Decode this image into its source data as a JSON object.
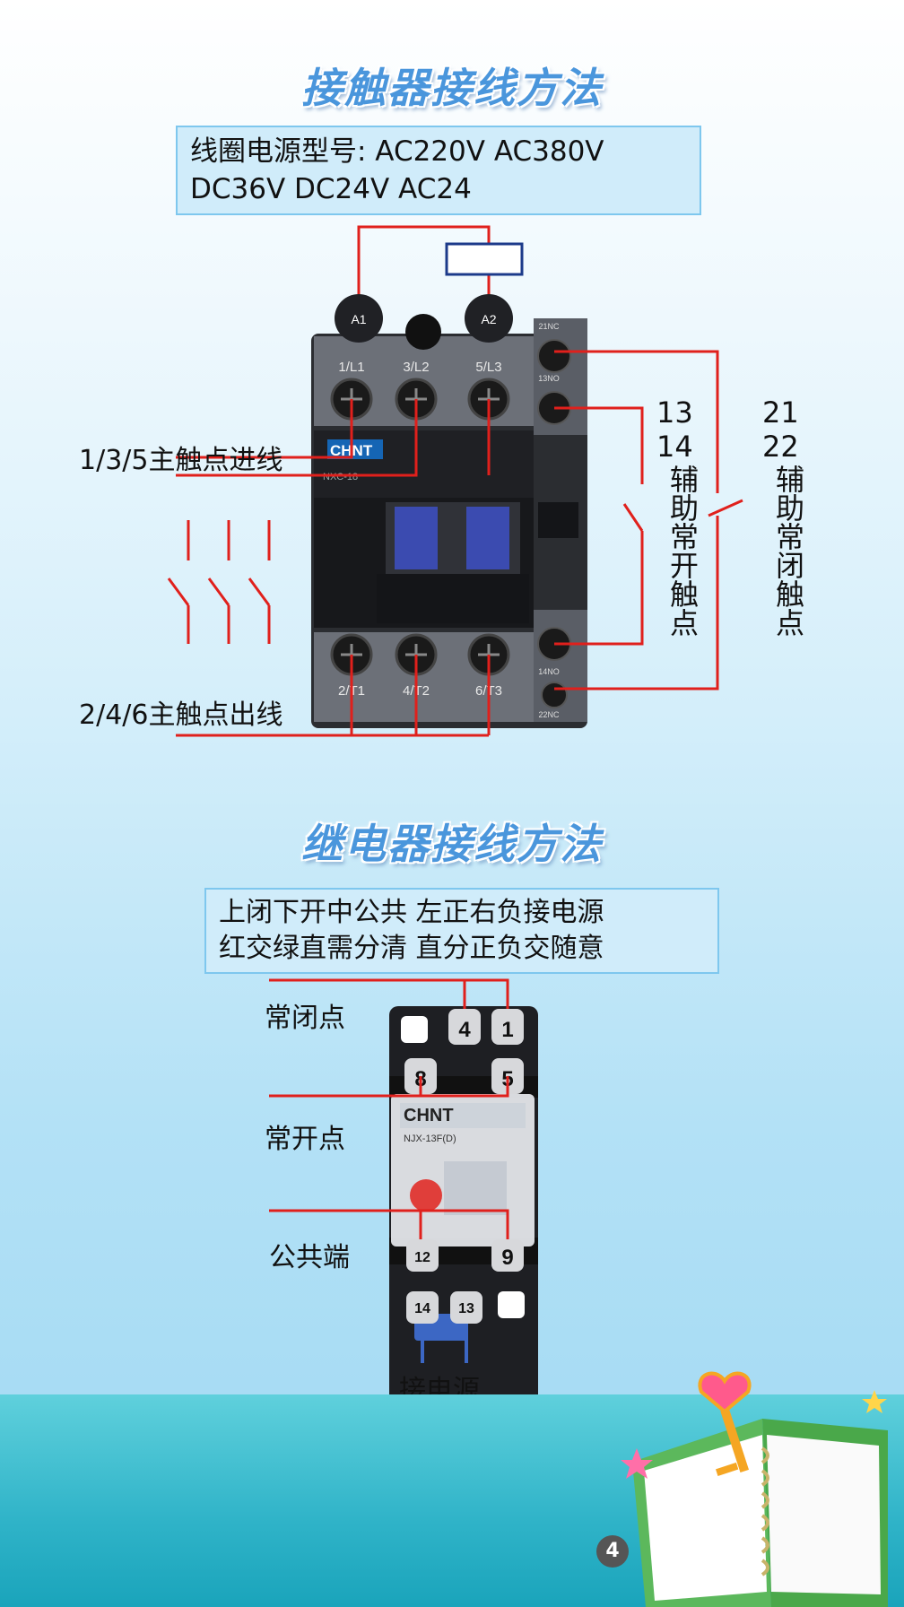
{
  "contactor": {
    "title": "接触器接线方法",
    "coil_line1": "线圈电源型号: AC220V  AC380V",
    "coil_line2": "DC36V  DC24V  AC24",
    "terminal_a1": "A1",
    "terminal_a2": "A2",
    "top_terminals": [
      "1/L1",
      "3/L2",
      "5/L3"
    ],
    "bottom_terminals": [
      "2/T1",
      "4/T2",
      "6/T3"
    ],
    "aux_top_labels": [
      "21NC",
      "13NO"
    ],
    "aux_bottom_labels": [
      "14NO",
      "22NC"
    ],
    "brand": "CHNT",
    "model": "NXC-18",
    "input_label": "1/3/5主触点进线",
    "output_label": "2/4/6主触点出线",
    "no_numbers": [
      "13",
      "14"
    ],
    "no_label": "辅助常开触点",
    "nc_numbers": [
      "21",
      "22"
    ],
    "nc_label": "辅助常闭触点"
  },
  "relay": {
    "title": "继电器接线方法",
    "rhyme_line1": "上闭下开中公共  左正右负接电源",
    "rhyme_line2": "红交绿直需分清  直分正负交随意",
    "terminals": [
      "4",
      "1",
      "8",
      "5",
      "12",
      "9",
      "14",
      "13"
    ],
    "brand": "CHNT",
    "model": "NJX-13F(D)",
    "nc_label": "常闭点",
    "no_label": "常开点",
    "common_label": "公共端",
    "power_label": "接电源"
  },
  "page_number": "4",
  "colors": {
    "wire": "#e0201c",
    "title": "#4a96dc",
    "box_fill": "#d0ecfa",
    "box_border": "#7ec7ee",
    "coil": "#1c3a8a"
  }
}
